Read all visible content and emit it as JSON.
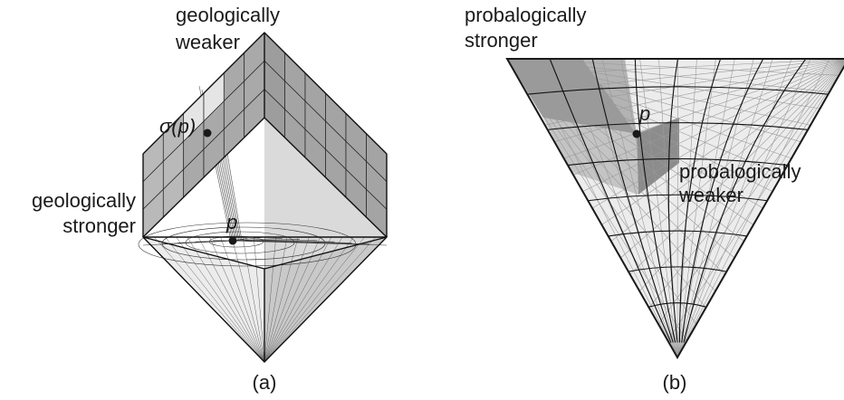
{
  "panel_a": {
    "top_label_line1": "geologically",
    "top_label_line2": "weaker",
    "left_label_line1": "geologically",
    "left_label_line2": "stronger",
    "sigma_label": "σ(p)",
    "p_label": "p",
    "caption": "(a)"
  },
  "panel_b": {
    "top_label_line1": "probalogically",
    "top_label_line2": "stronger",
    "right_label_line1": "probalogically",
    "right_label_line2": "weaker",
    "p_label": "p",
    "caption": "(b)"
  }
}
